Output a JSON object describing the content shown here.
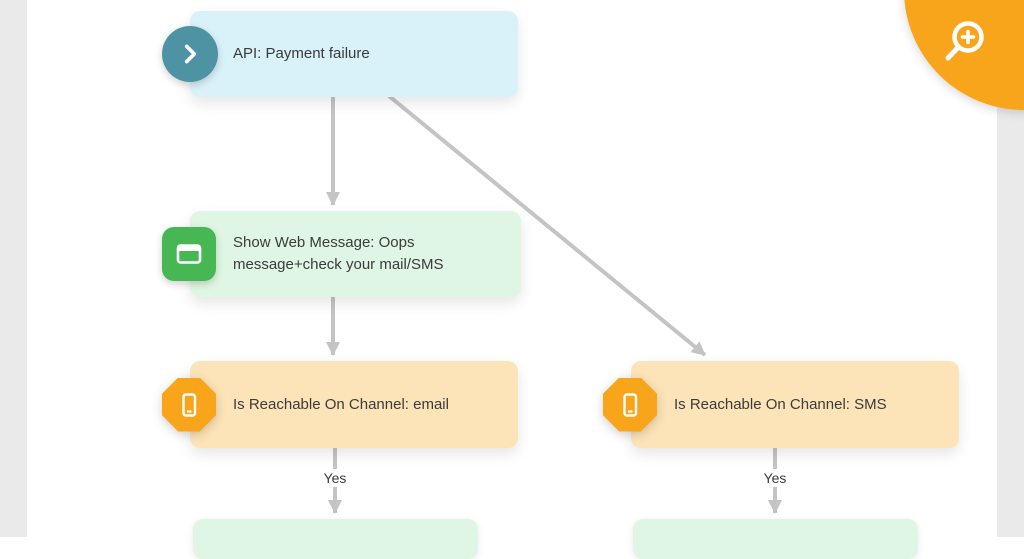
{
  "diagram": {
    "nodes": {
      "api": {
        "label": "API: Payment failure",
        "icon": "chevron-right-icon"
      },
      "web_message": {
        "label": "Show Web Message: Oops message+check your mail/SMS",
        "icon": "browser-window-icon"
      },
      "reachable_email": {
        "label": "Is Reachable On Channel: email",
        "icon": "mobile-phone-icon"
      },
      "reachable_sms": {
        "label": "Is Reachable On Channel: SMS",
        "icon": "mobile-phone-icon"
      }
    },
    "edge_labels": {
      "email_yes": "Yes",
      "sms_yes": "Yes"
    }
  },
  "controls": {
    "zoom_in": {
      "icon": "zoom-in-magnifier-icon"
    }
  },
  "colors": {
    "api_node_bg": "#d9f1f8",
    "api_icon_bg": "#4e93a3",
    "green_node_bg": "#def6e3",
    "green_icon_bg": "#47b754",
    "orange_node_bg": "#fce4b8",
    "orange_icon_bg": "#f9a51b",
    "arrow": "#c4c4c4",
    "zoom_bg": "#f9a51b",
    "text": "#3b3b3b",
    "page_gutter": "#eaeaea"
  }
}
